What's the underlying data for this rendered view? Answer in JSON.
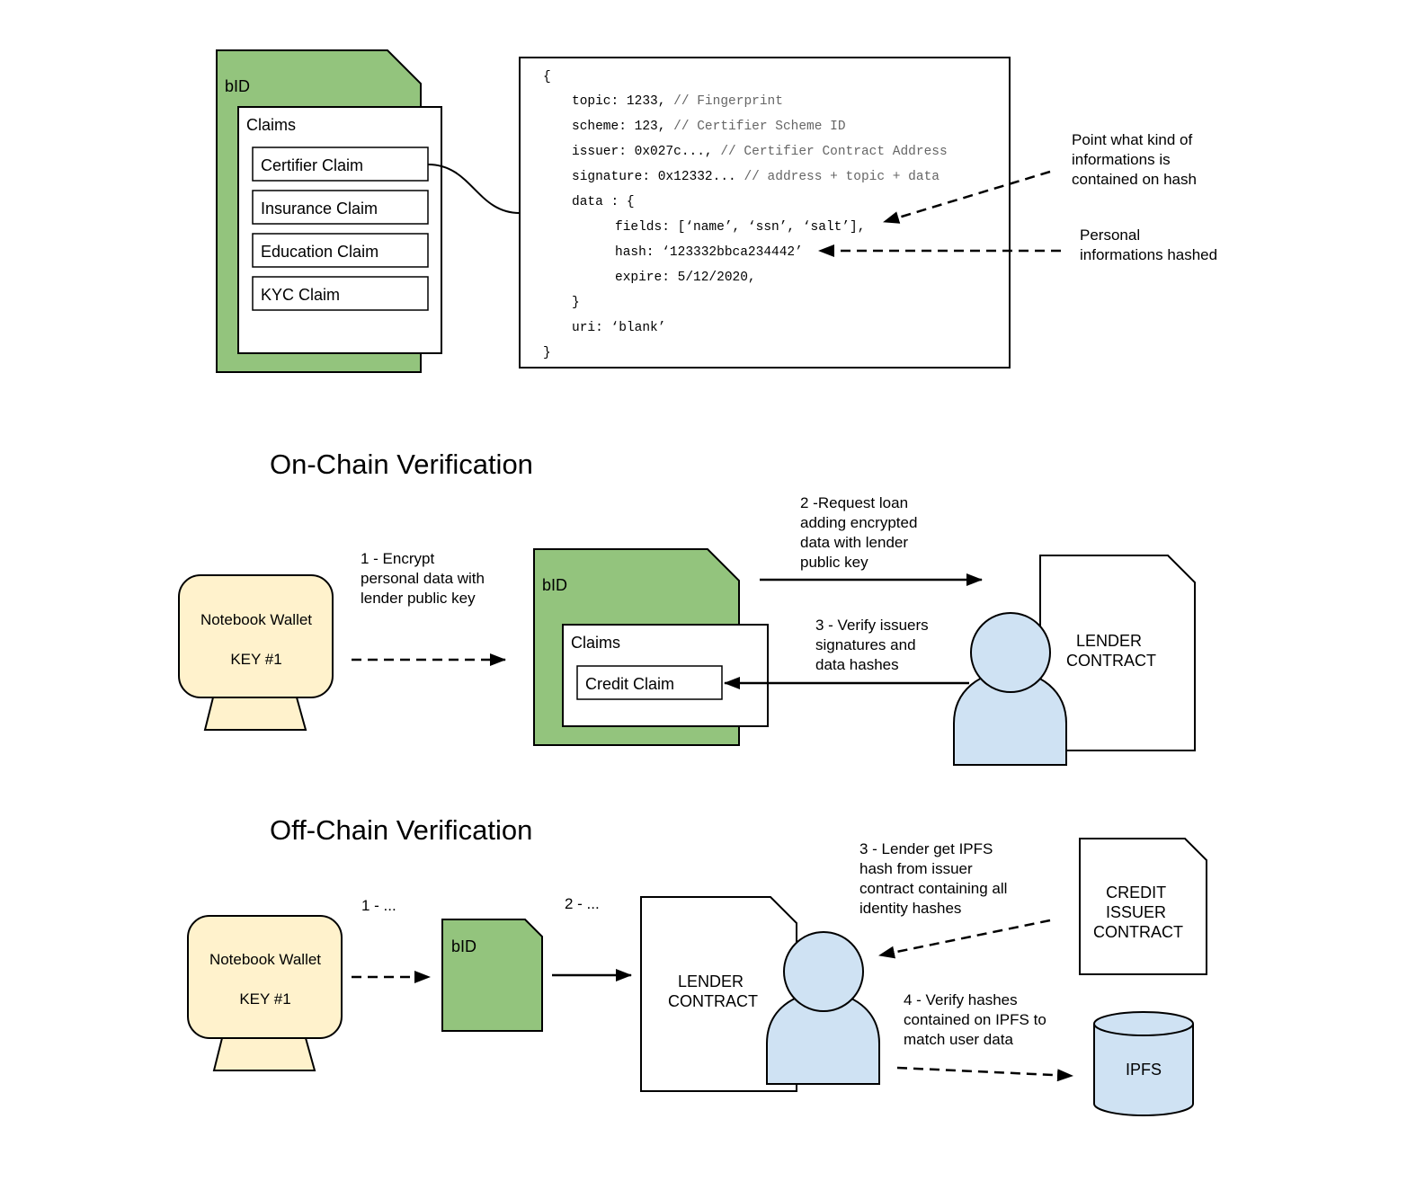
{
  "colors": {
    "bid_green": "#93c47d",
    "wallet_yellow": "#fff2cc",
    "person_blue": "#cfe2f3",
    "ipfs_blue": "#cfe2f3",
    "outline": "#000000",
    "comment_gray": "#666666"
  },
  "top": {
    "bid_label": "bID",
    "claims_title": "Claims",
    "claims": [
      "Certifier Claim",
      "Insurance Claim",
      "Education Claim",
      "KYC Claim"
    ],
    "code": {
      "open_brace": "{",
      "topic": {
        "code": "topic: 1233, ",
        "comment": "// Fingerprint"
      },
      "scheme": {
        "code": "scheme: 123, ",
        "comment": "// Certifier Scheme ID"
      },
      "issuer": {
        "code": "issuer: 0x027c..., ",
        "comment": "// Certifier Contract Address"
      },
      "signature": {
        "code": "signature: 0x12332... ",
        "comment": "// address + topic + data"
      },
      "data_open": "data : {",
      "fields": "fields: [‘name’, ‘ssn’, ‘salt’],",
      "hash": "hash: ‘123332bbca234442’",
      "expire": "expire: 5/12/2020,",
      "data_close": "}",
      "uri": "uri: ‘blank’",
      "close_brace": "}"
    },
    "annotation_fields": [
      "Point what kind of",
      "informations is",
      "contained on hash"
    ],
    "annotation_hash": [
      "Personal",
      "informations hashed"
    ]
  },
  "onchain": {
    "title": "On-Chain Verification",
    "wallet_name": "Notebook Wallet",
    "wallet_key": "KEY #1",
    "step1": [
      "1 - Encrypt",
      "personal data with",
      "lender public key"
    ],
    "bid_label": "bID",
    "claims_title": "Claims",
    "credit_claim": "Credit Claim",
    "step2": [
      "2 -Request loan",
      "adding encrypted",
      "data with lender",
      "public key"
    ],
    "step3": [
      "3 - Verify issuers",
      "signatures and",
      "data hashes"
    ],
    "lender_contract": [
      "LENDER",
      "CONTRACT"
    ]
  },
  "offchain": {
    "title": "Off-Chain Verification",
    "wallet_name": "Notebook Wallet",
    "wallet_key": "KEY #1",
    "step1": "1 - ...",
    "bid_label": "bID",
    "step2": "2 - ...",
    "lender_contract": [
      "LENDER",
      "CONTRACT"
    ],
    "step3": [
      "3 - Lender get IPFS",
      "hash from issuer",
      "contract containing all",
      "identity hashes"
    ],
    "credit_issuer_contract": [
      "CREDIT",
      "ISSUER",
      "CONTRACT"
    ],
    "step4": [
      "4 - Verify hashes",
      "contained on IPFS to",
      "match user data"
    ],
    "ipfs_label": "IPFS"
  }
}
